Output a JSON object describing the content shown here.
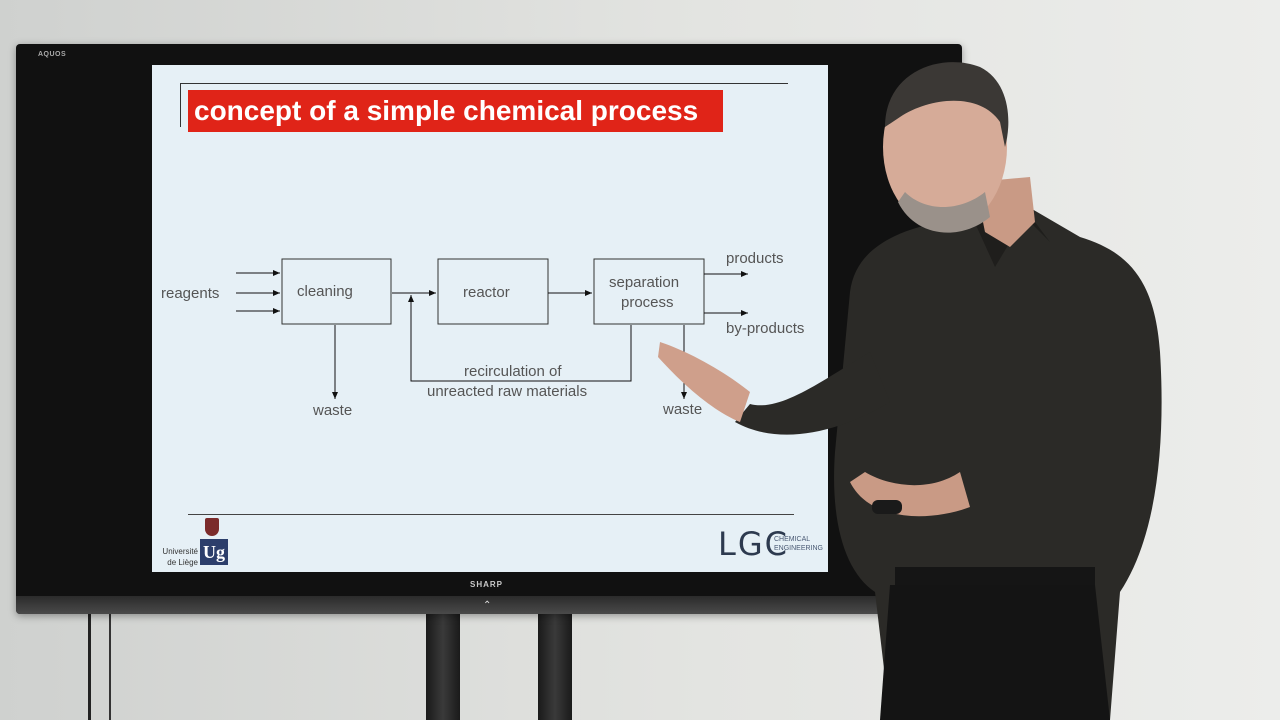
{
  "tv": {
    "brand_top": "AQUOS",
    "brand_bottom": "SHARP"
  },
  "slide": {
    "title": "concept of a simple chemical process",
    "diagram": {
      "inputs_label": "reagents",
      "box_cleaning": "cleaning",
      "box_reactor": "reactor",
      "box_separation_line1": "separation",
      "box_separation_line2": "process",
      "output_products": "products",
      "output_byproducts": "by-products",
      "waste_cleaning": "waste",
      "waste_separation": "waste",
      "recirculation_line1": "recirculation of",
      "recirculation_line2": "unreacted raw materials"
    },
    "footer": {
      "university_line1": "Université",
      "university_line2": "de Liège",
      "university_logo": "Ug",
      "lab_logo": "LGC",
      "lab_sub_line1": "CHEMICAL",
      "lab_sub_line2": "ENGINEERING"
    }
  },
  "colors": {
    "title_bg": "#e02418",
    "slide_bg": "#e6f0f6",
    "shirt": "#2b2a27"
  }
}
